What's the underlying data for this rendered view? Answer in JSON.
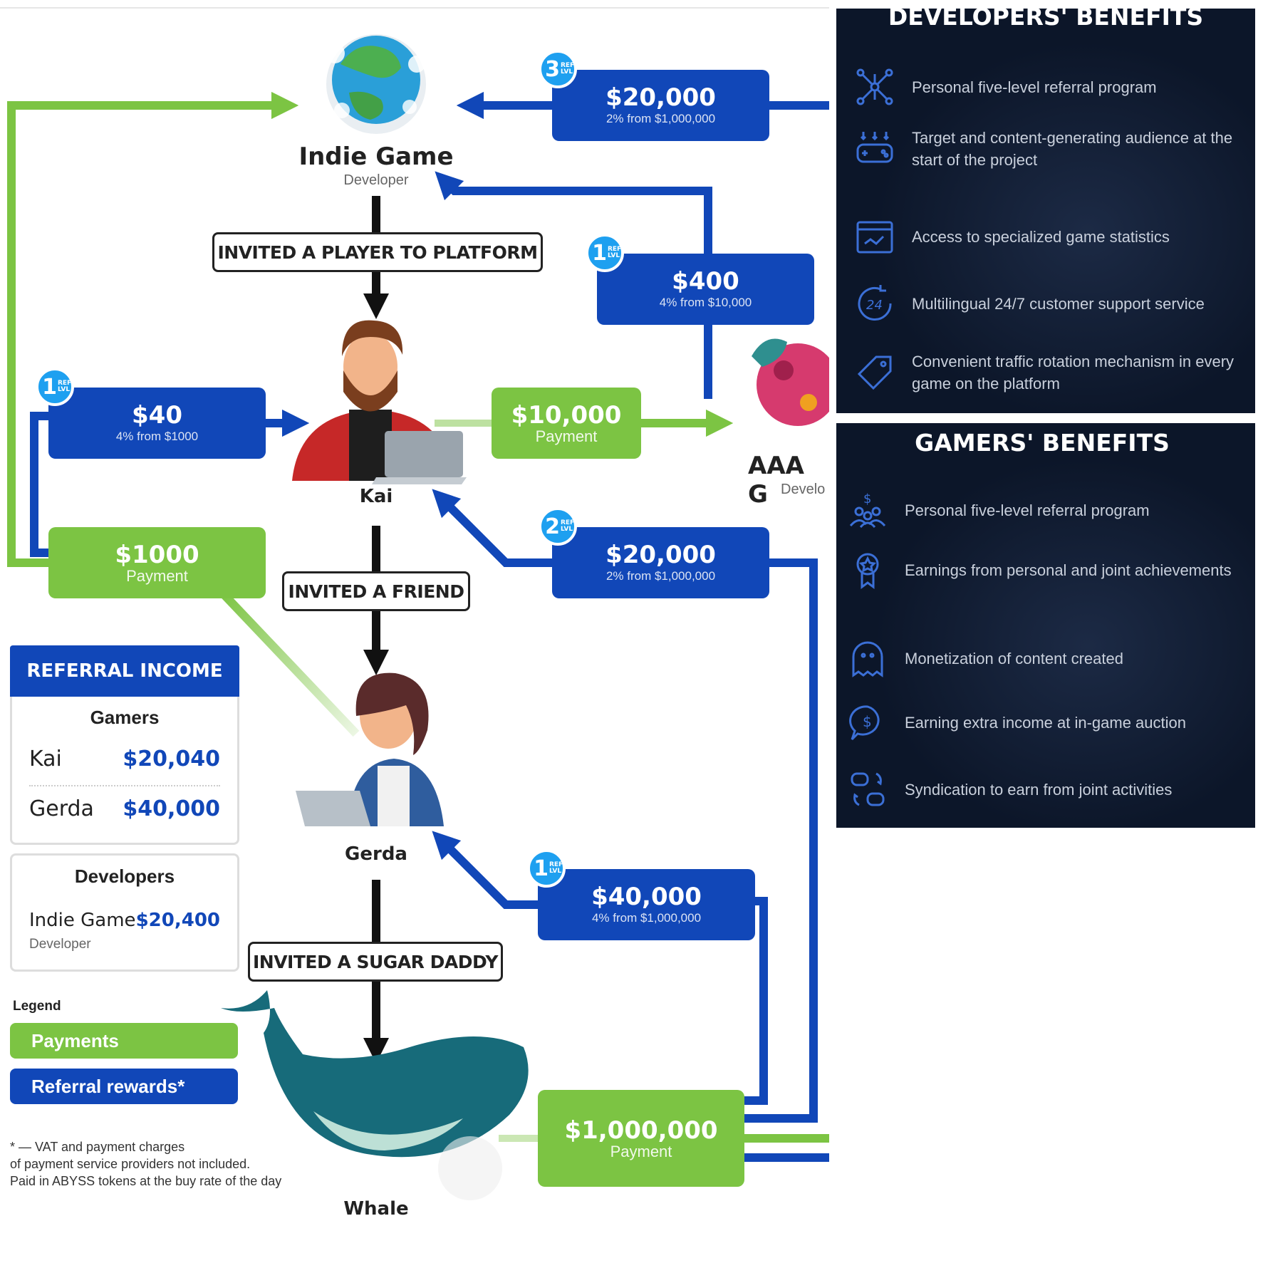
{
  "nodes": {
    "indie_name": "Indie Game",
    "indie_role": "Developer",
    "kai": "Kai",
    "gerda": "Gerda",
    "whale": "Whale",
    "aaa_name": "AAA G",
    "aaa_role": "Develo"
  },
  "invites": {
    "player": "INVITED A PLAYER TO PLATFORM",
    "friend": "INVITED A FRIEND",
    "sugar": "INVITED A SUGAR DADDY"
  },
  "rewards": {
    "r3": {
      "level": "3",
      "amount": "$20,000",
      "note": "2% from $1,000,000"
    },
    "r400": {
      "level": "1",
      "amount": "$400",
      "note": "4% from $10,000"
    },
    "r40": {
      "level": "1",
      "amount": "$40",
      "note": "4% from $1000"
    },
    "r2": {
      "level": "2",
      "amount": "$20,000",
      "note": "2% from $1,000,000"
    },
    "r40k": {
      "level": "1",
      "amount": "$40,000",
      "note": "4% from $1,000,000"
    },
    "level_tag": "REF LVL"
  },
  "payments": {
    "p10k": {
      "amount": "$10,000",
      "label": "Payment"
    },
    "p1000": {
      "amount": "$1000",
      "label": "Payment"
    },
    "p1m": {
      "amount": "$1,000,000",
      "label": "Payment"
    }
  },
  "referral_income": {
    "title": "REFERRAL INCOME",
    "gamers_title": "Gamers",
    "gamers": [
      {
        "name": "Kai",
        "value": "$20,040"
      },
      {
        "name": "Gerda",
        "value": "$40,000"
      }
    ],
    "developers_title": "Developers",
    "developer": {
      "name": "Indie Game",
      "role": "Developer",
      "value": "$20,400"
    }
  },
  "legend": {
    "title": "Legend",
    "payments": "Payments",
    "rewards": "Referral rewards*"
  },
  "footnote": [
    "* — VAT and payment charges",
    "of payment service providers not included.",
    "Paid in ABYSS tokens at the buy rate of the day"
  ],
  "developers_benefits": {
    "title": "DEVELOPERS' BENEFITS",
    "items": [
      {
        "icon": "network-icon",
        "text": "Personal five-level referral program"
      },
      {
        "icon": "gamepad-target-icon",
        "text": "Target and content-generating audience at the start of the project"
      },
      {
        "icon": "statistics-icon",
        "text": "Access to specialized game statistics"
      },
      {
        "icon": "support-24-icon",
        "text": "Multilingual 24/7 customer support service"
      },
      {
        "icon": "tag-icon",
        "text": "Convenient traffic rotation mechanism in every game on the platform"
      }
    ]
  },
  "gamers_benefits": {
    "title": "GAMERS' BENEFITS",
    "items": [
      {
        "icon": "group-dollar-icon",
        "text": "Personal five-level referral program"
      },
      {
        "icon": "medal-icon",
        "text": "Earnings from personal and joint achievements"
      },
      {
        "icon": "content-ghost-icon",
        "text": "Monetization of content created"
      },
      {
        "icon": "auction-dollar-icon",
        "text": "Earning extra income at in-game auction"
      },
      {
        "icon": "syndication-icon",
        "text": "Syndication to earn from joint activities"
      }
    ]
  },
  "colors": {
    "reward_blue": "#1147b8",
    "payment_green": "#7cc443",
    "badge_blue": "#1ea0f0",
    "panel_dark": "#0c1629"
  }
}
